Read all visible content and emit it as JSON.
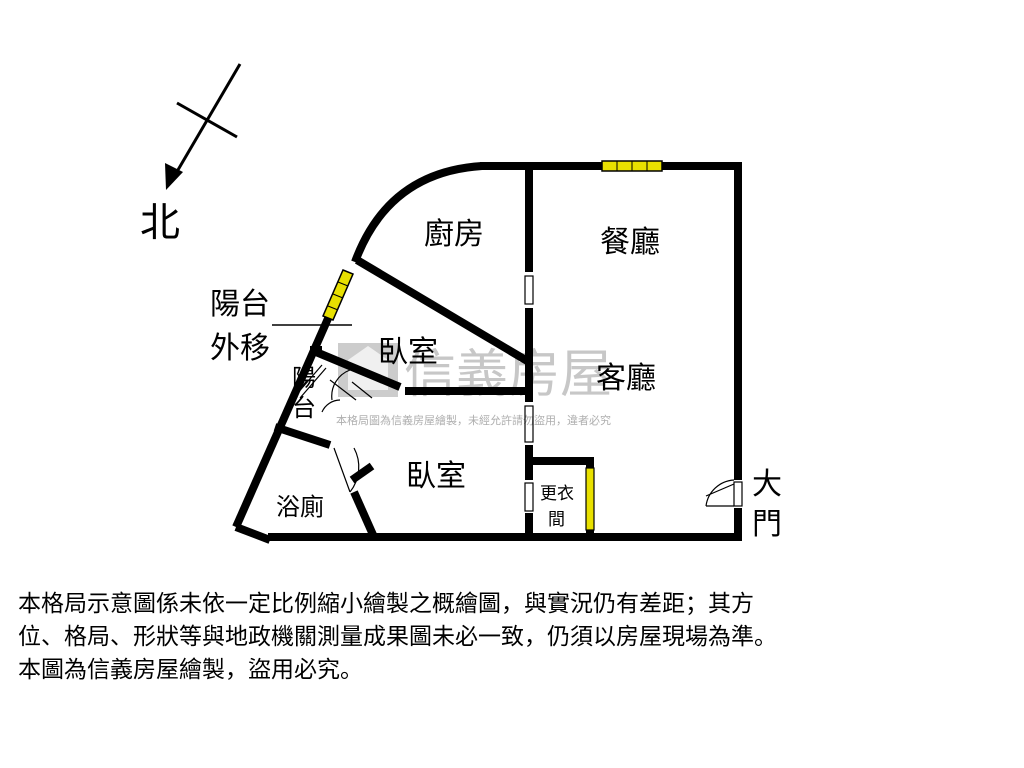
{
  "compass": {
    "north_label": "北",
    "icon": "north-arrow-icon"
  },
  "rooms": {
    "kitchen": "廚房",
    "dining": "餐廳",
    "living": "客廳",
    "bedroom_upper": "臥室",
    "bedroom_lower": "臥室",
    "bathroom": "浴廁",
    "closet_line1": "更衣",
    "closet_line2": "間",
    "balcony_line1": "陽",
    "balcony_line2": "台",
    "entrance_line1": "大",
    "entrance_line2": "門"
  },
  "annotations": {
    "balcony_moved_line1": "陽台",
    "balcony_moved_line2": "外移"
  },
  "watermark": {
    "brand": "信義房屋",
    "notice": "本格局圖為信義房屋繪製，未經允許請勿盜用，違者必究"
  },
  "disclaimer": [
    "本格局示意圖係未依一定比例縮小繪製之概繪圖，與實況仍有差距；其方",
    "位、格局、形狀等與地政機關測量成果圖未必一致，仍須以房屋現場為準。",
    "本圖為信義房屋繪製，盜用必究。"
  ],
  "colors": {
    "wall": "#000000",
    "window_fill": "#e8e000",
    "watermark": "#9a9a9a"
  }
}
